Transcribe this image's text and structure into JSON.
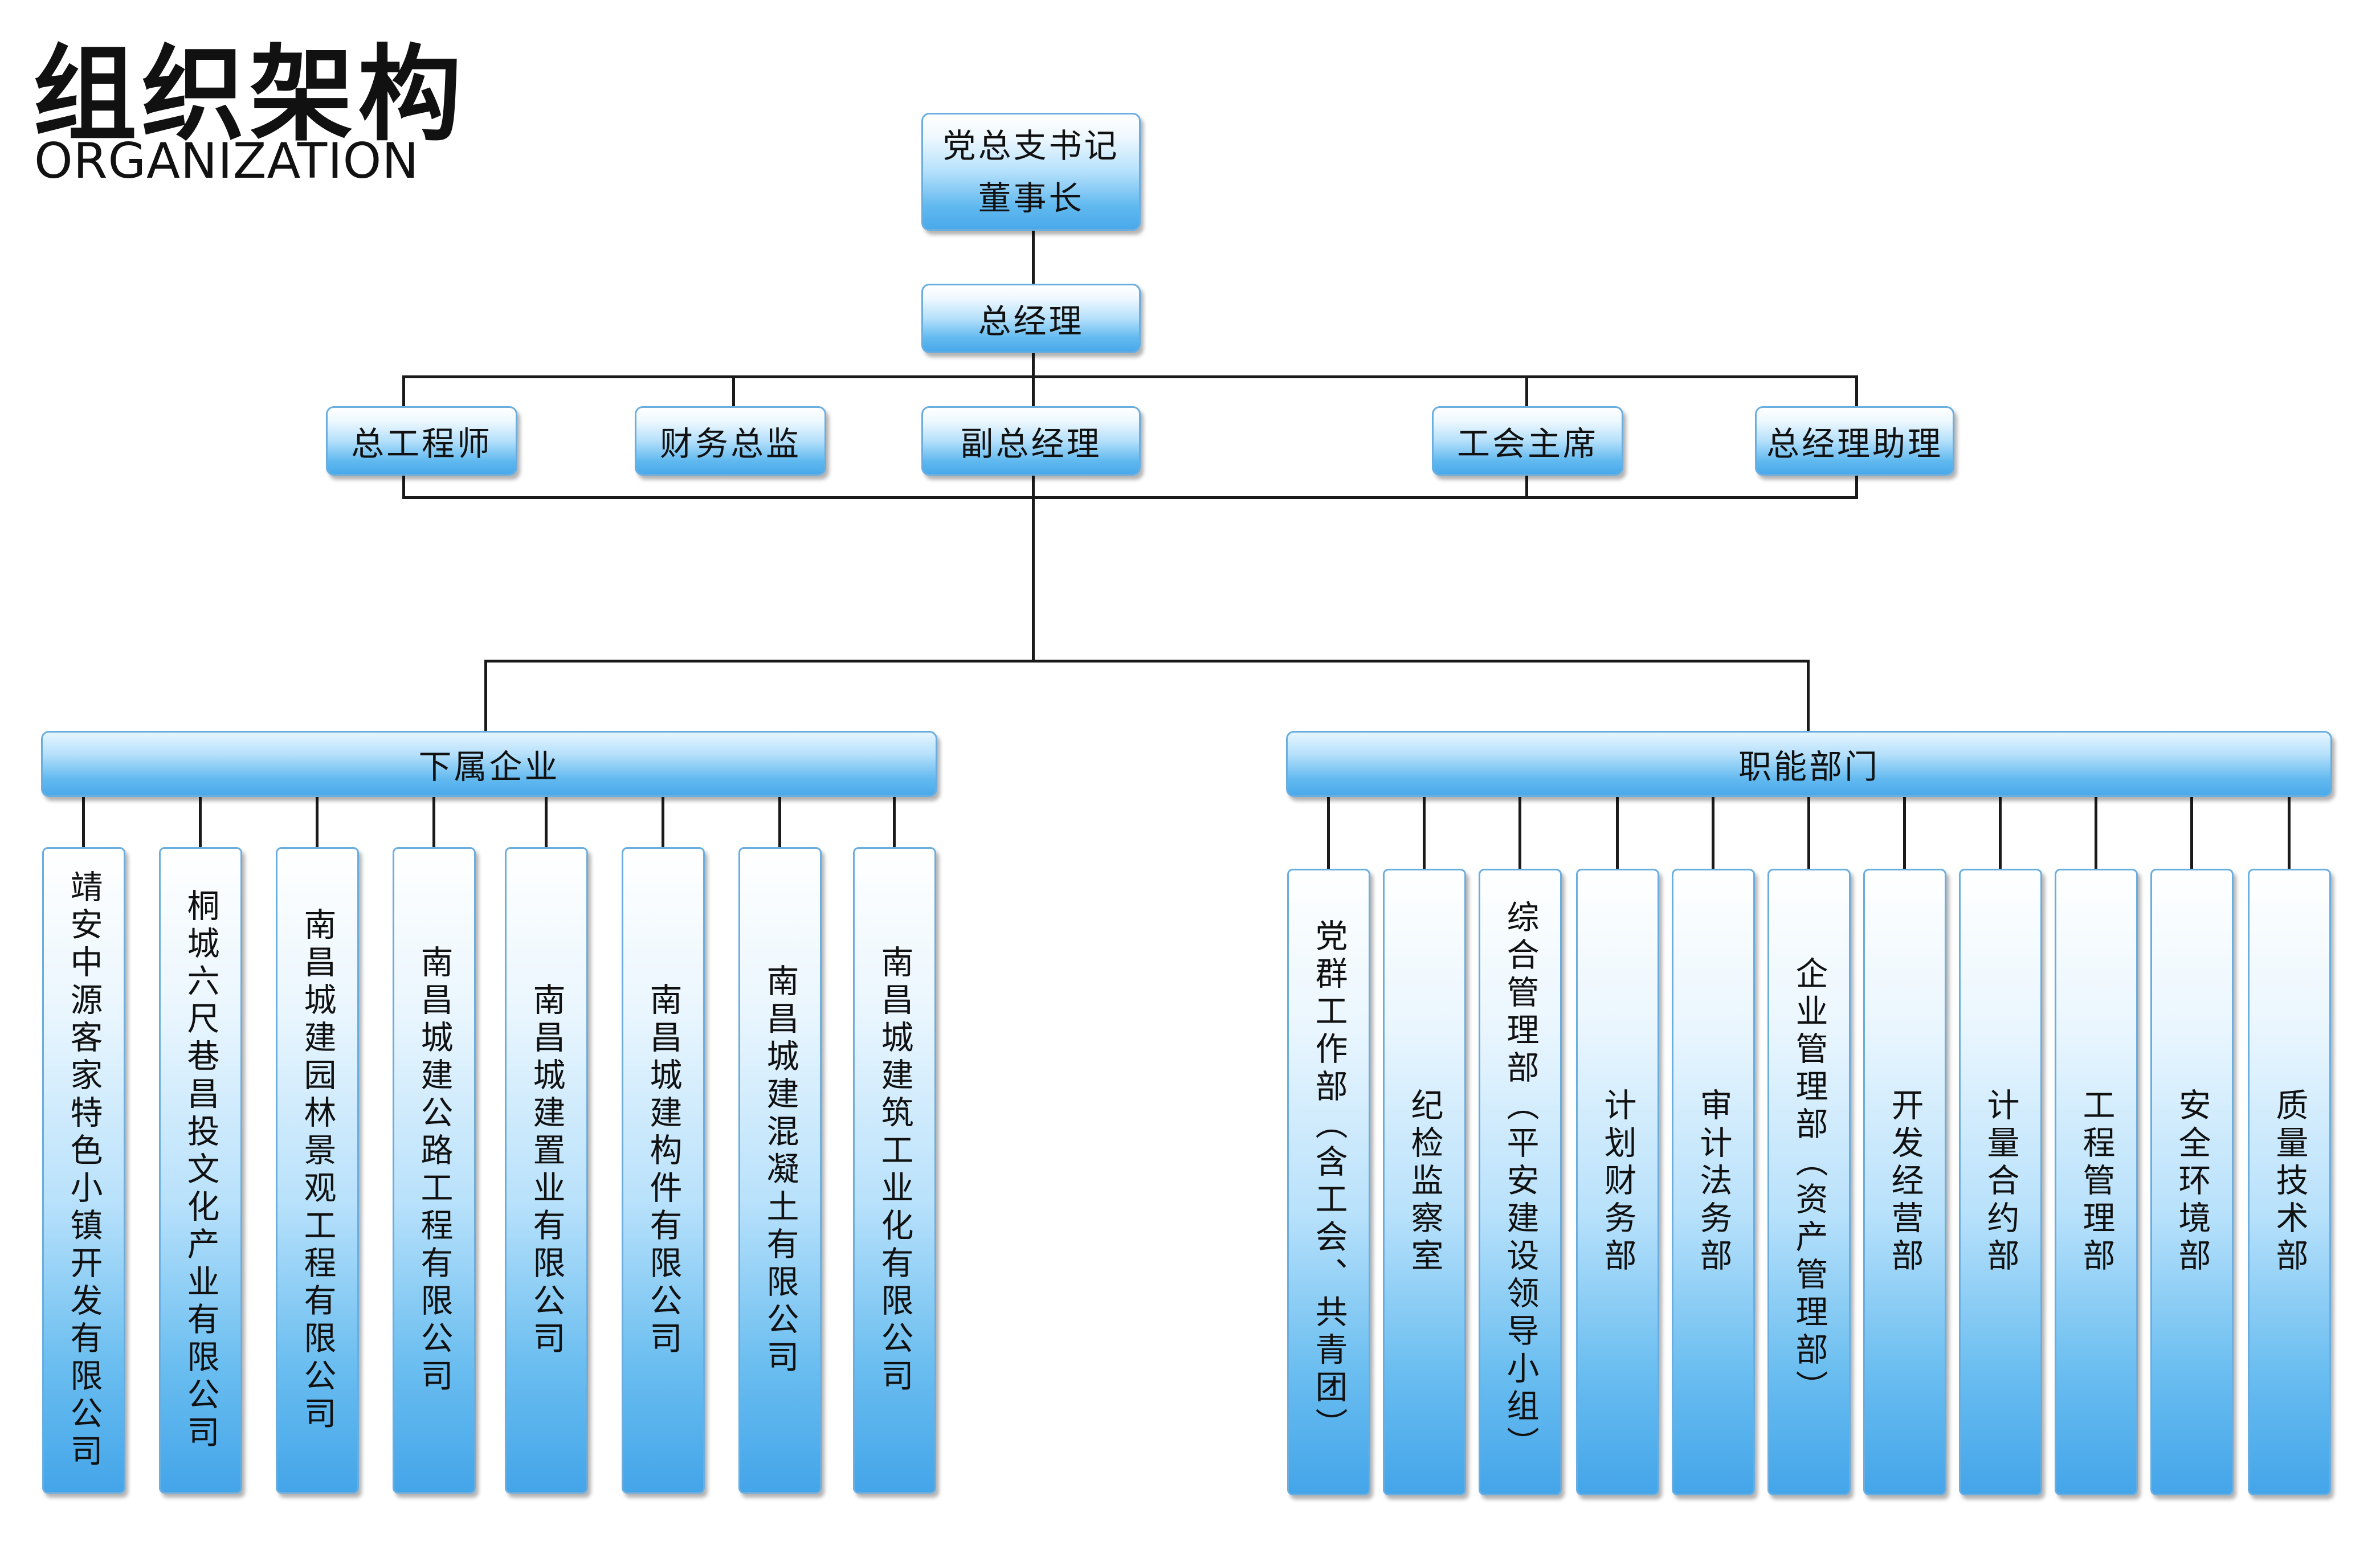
{
  "logo": {
    "title": "组织架构",
    "subtitle": "ORGANIZATION"
  },
  "top": {
    "line1": "党总支书记",
    "line2": "董事长"
  },
  "gm": "总经理",
  "deputies": {
    "chief_engineer": "总工程师",
    "cfo": "财务总监",
    "deputy_gm": "副总经理",
    "union_chair": "工会主席",
    "assistant_gm": "总经理助理"
  },
  "subsidiaries": {
    "title": "下属企业",
    "items": [
      "靖安中源客家特色小镇开发有限公司",
      "桐城六尺巷昌投文化产业有限公司",
      "南昌城建园林景观工程有限公司",
      "南昌城建公路工程有限公司",
      "南昌城建置业有限公司",
      "南昌城建构件有限公司",
      "南昌城建混凝土有限公司",
      "南昌城建筑工业化有限公司"
    ]
  },
  "departments": {
    "title": "职能部门",
    "items": [
      "党群工作部（含工会、共青团）",
      "纪检监察室",
      "综合管理部（平安建设领导小组）",
      "计划财务部",
      "审计法务部",
      "企业管理部（资产管理部）",
      "开发经营部",
      "计量合约部",
      "工程管理部",
      "安全环境部",
      "质量技术部"
    ]
  }
}
